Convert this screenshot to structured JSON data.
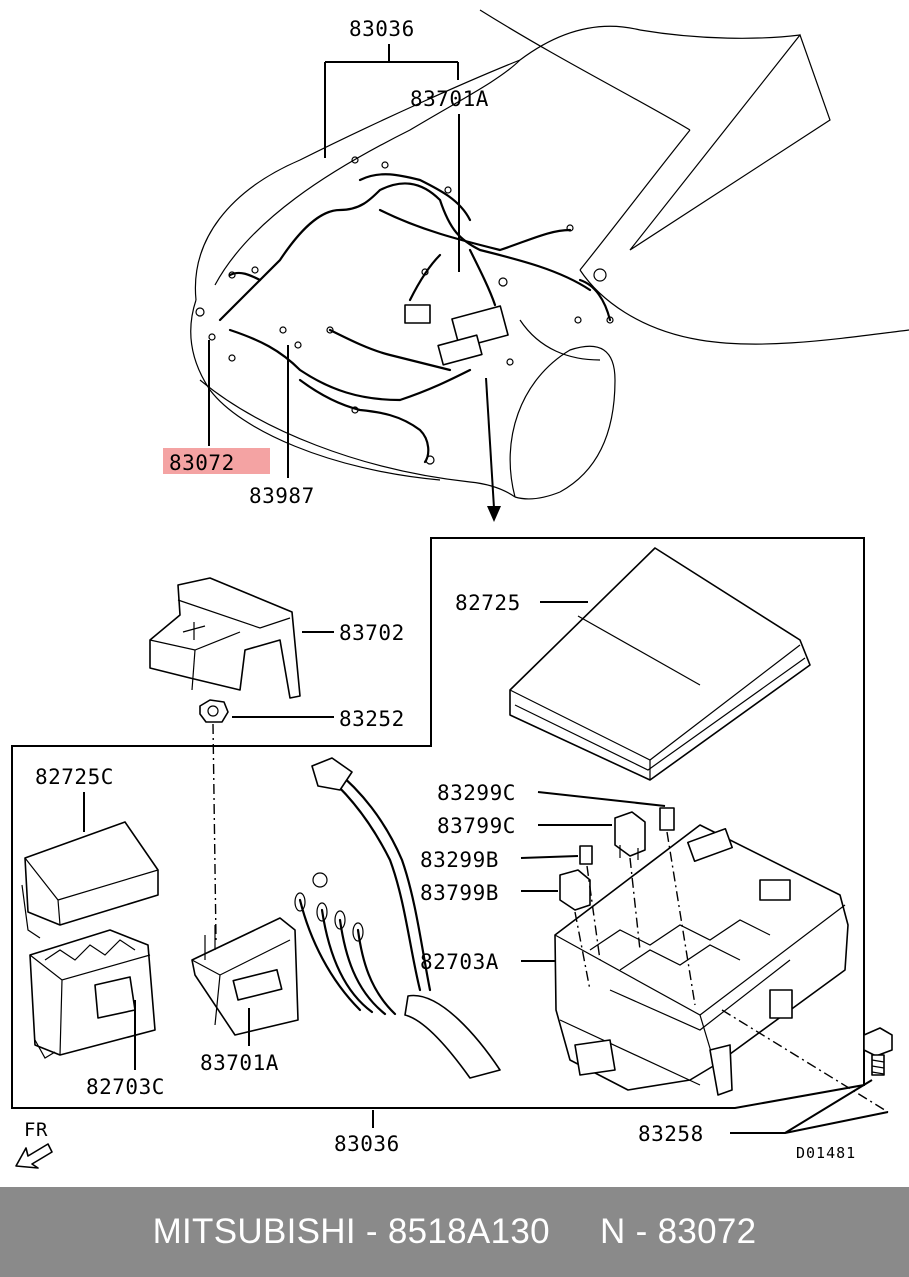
{
  "callouts": {
    "harness_main_top": "83036",
    "harness_engine_top": "83701A",
    "harness_front": "83072",
    "harness_front_lower": "83987",
    "cover": "82725",
    "bracket": "83702",
    "nut": "83252",
    "cover_c": "82725C",
    "fuse_299c": "83299C",
    "relay_799c": "83799C",
    "fuse_299b": "83299B",
    "relay_799b": "83799B",
    "block_a": "82703A",
    "block_c": "82703C",
    "harness_engine_bottom": "83701A",
    "harness_main_bottom": "83036",
    "bolt": "83258"
  },
  "fr_label": "FR",
  "diagram_code": "D01481",
  "highlight_color": "#f4a3a3",
  "footer": {
    "text": "MITSUBISHI - 8518A130     N - 83072",
    "background": "#8a8a8a"
  }
}
